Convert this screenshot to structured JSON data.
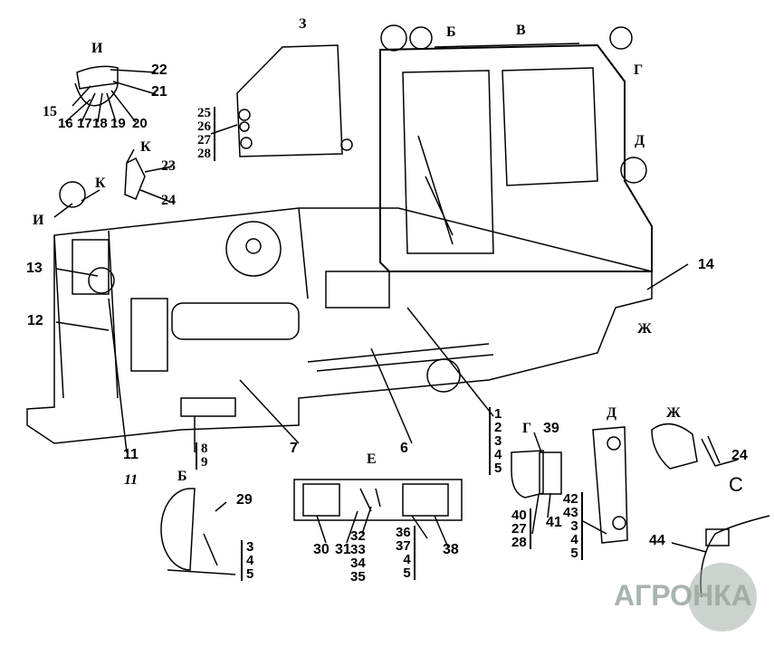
{
  "title": "Электрооборудование трактора — схема расположения",
  "views": {
    "I": "И",
    "K": "К",
    "Z": "З",
    "B": "Б",
    "V": "В",
    "G": "Г",
    "D": "Д",
    "Zh": "Ж",
    "E": "Е",
    "S": "С"
  },
  "labels": {
    "n1": "1",
    "n2": "2",
    "n3": "3",
    "n4": "4",
    "n5": "5",
    "n6": "6",
    "n7": "7",
    "n8": "8",
    "n9": "9",
    "n11": "11",
    "n11i": "11",
    "n12": "12",
    "n13": "13",
    "n14": "14",
    "n15": "15",
    "n16": "16",
    "n17": "17",
    "n18": "18",
    "n19": "19",
    "n20": "20",
    "n21": "21",
    "n22": "22",
    "n23": "23",
    "n24": "24",
    "n25": "25",
    "n26": "26",
    "n27": "27",
    "n28": "28",
    "n29": "29",
    "n30": "30",
    "n31": "31",
    "n32": "32",
    "n33": "33",
    "n34": "34",
    "n35": "35",
    "n36": "36",
    "n37": "37",
    "n38": "38",
    "n39": "39",
    "n40": "40",
    "n41": "41",
    "n42": "42",
    "n43": "43",
    "n44": "44"
  },
  "watermark": "АГРОНКА"
}
